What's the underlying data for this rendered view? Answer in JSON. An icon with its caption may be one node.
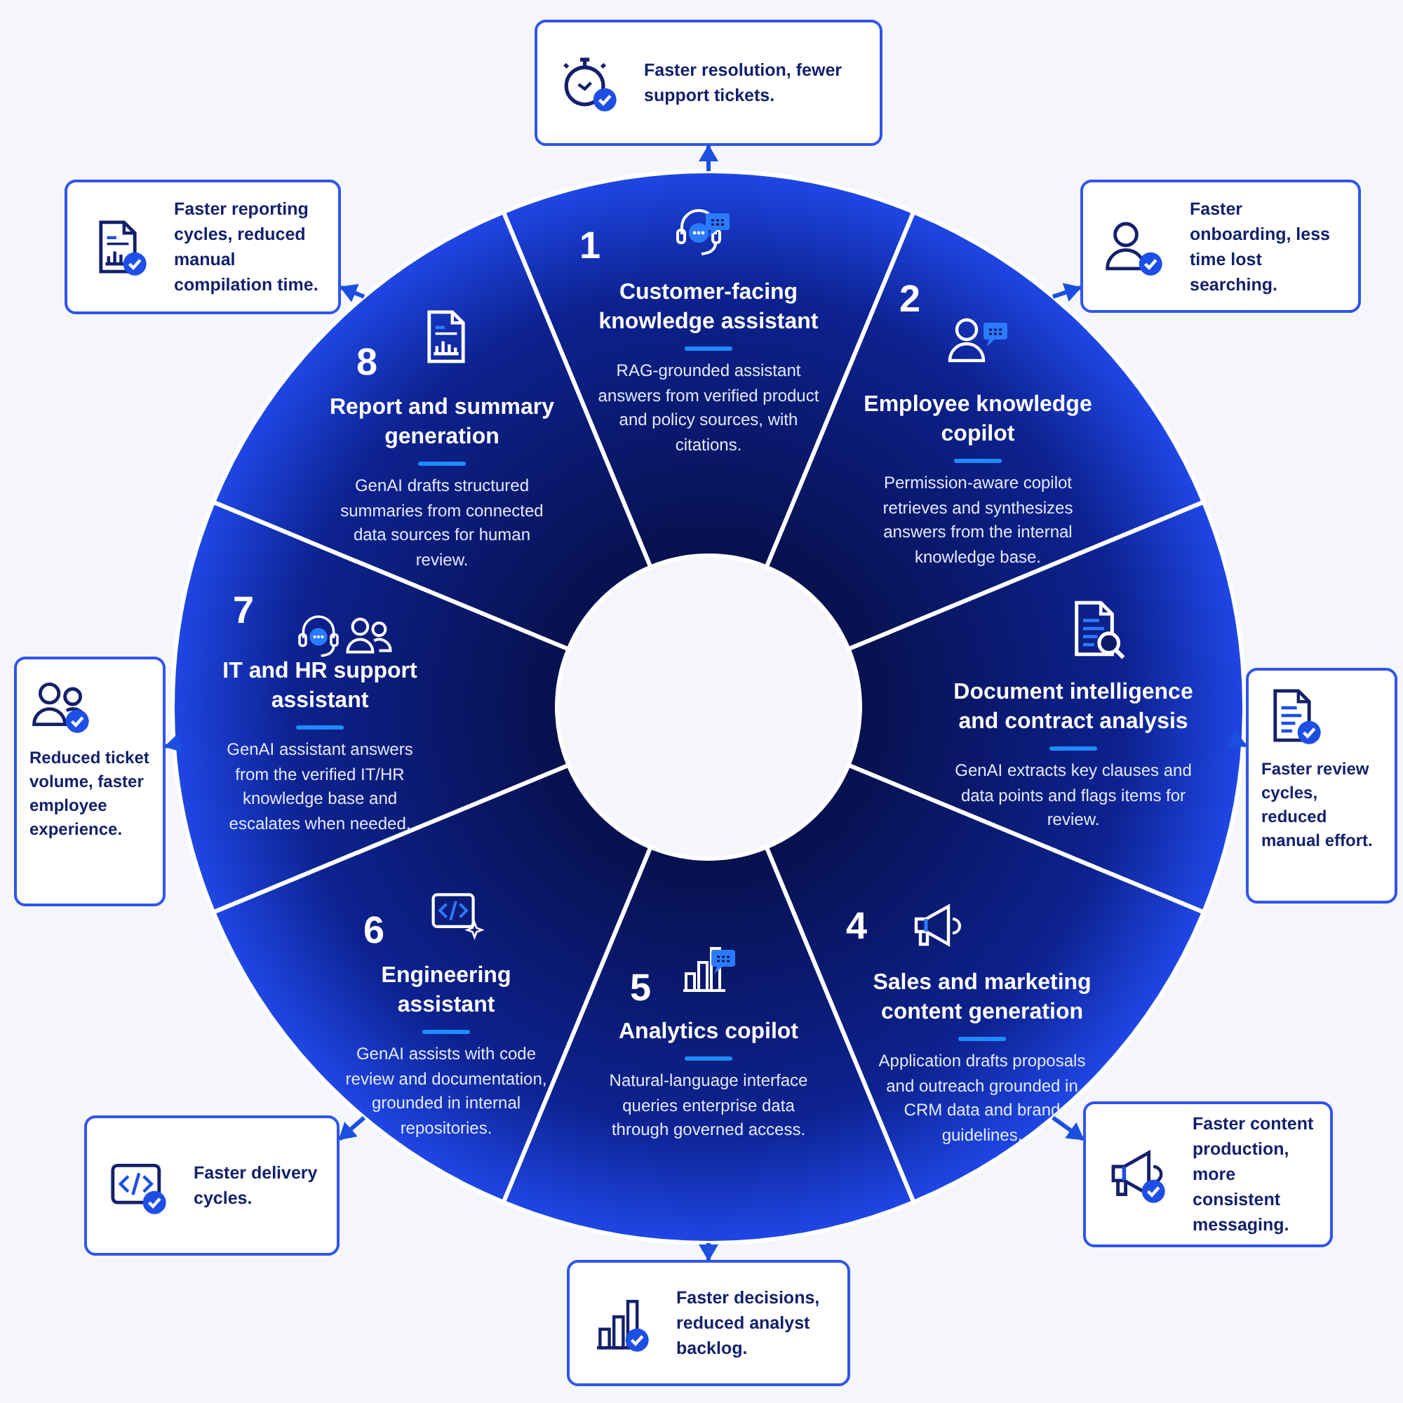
{
  "diagram": {
    "nodes": [
      {
        "text": [
          "1",
          "Customer-facing knowledge assistant",
          "RAG-grounded assistant answers from verified product and policy sources, with citations."
        ]
      },
      {
        "text": [
          "2",
          "Employee knowledge copilot",
          "Permission-aware copilot retrieves and synthesizes answers from the internal knowledge base."
        ]
      },
      {
        "text": [
          "Document intelligence and contract analysis",
          "GenAI extracts key clauses and data points and flags items for review."
        ]
      },
      {
        "text": [
          "4",
          "Sales and marketing content generation",
          "Application drafts proposals and outreach grounded in CRM data and brand guidelines."
        ]
      },
      {
        "text": [
          "5",
          "Analytics copilot",
          "Natural-language interface queries enterprise data through governed access."
        ]
      },
      {
        "text": [
          "6",
          "Engineering assistant",
          "GenAI assists with code review and documentation, grounded in internal repositories."
        ]
      },
      {
        "text": [
          "7",
          "IT and HR support assistant",
          "GenAI assistant answers from the verified IT/HR knowledge base and escalates when needed."
        ]
      },
      {
        "text": [
          "8",
          "Report and summary generation",
          "GenAI drafts structured summaries from connected data sources for human review."
        ]
      },
      {
        "text": [
          "Faster resolution, fewer support tickets."
        ]
      },
      {
        "text": [
          "Faster onboarding, less time lost searching."
        ]
      },
      {
        "text": [
          "Faster review cycles, reduced manual effort."
        ]
      },
      {
        "text": [
          "Faster content production, more consistent messaging."
        ]
      },
      {
        "text": [
          "Faster decisions, reduced analyst backlog."
        ]
      },
      {
        "text": [
          "Faster delivery cycles."
        ]
      },
      {
        "text": [
          "Reduced ticket volume, faster employee experience."
        ]
      },
      {
        "text": [
          "Faster reporting cycles, reduced manual compilation time."
        ]
      }
    ],
    "edges": [
      {
        "from": 0,
        "to": 8,
        "arrow": "to"
      },
      {
        "from": 1,
        "to": 9,
        "arrow": "to"
      },
      {
        "from": 2,
        "to": 10,
        "arrow": "to"
      },
      {
        "from": 3,
        "to": 11,
        "arrow": "to"
      },
      {
        "from": 4,
        "to": 12,
        "arrow": "to"
      },
      {
        "from": 5,
        "to": 13,
        "arrow": "to"
      },
      {
        "from": 6,
        "to": 14,
        "arrow": "to"
      },
      {
        "from": 7,
        "to": 15,
        "arrow": "to"
      }
    ]
  }
}
